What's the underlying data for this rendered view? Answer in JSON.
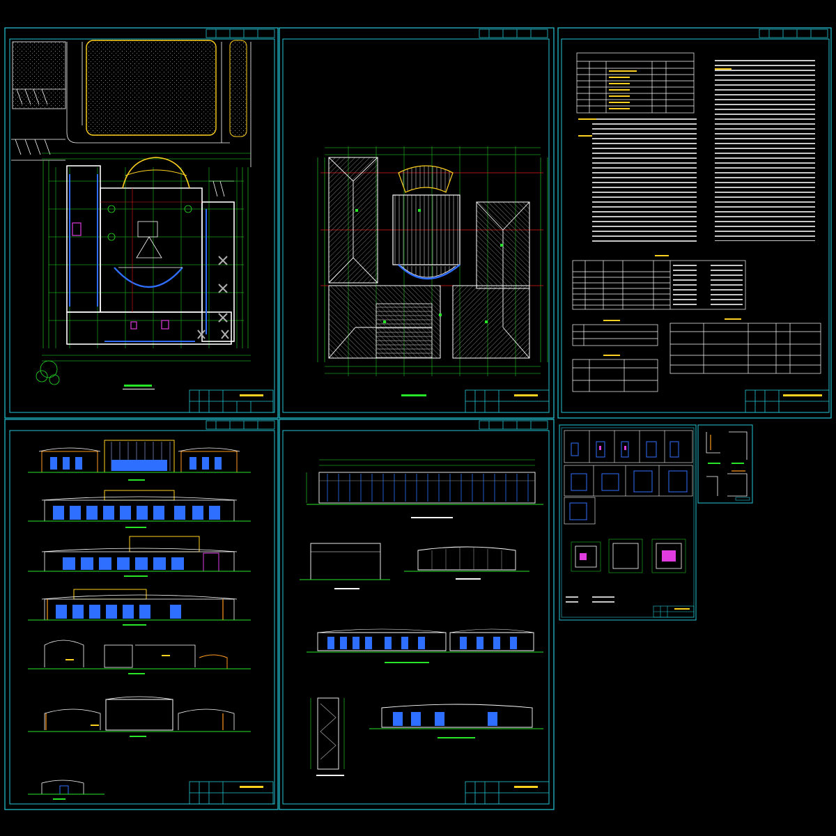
{
  "drawing_set": {
    "colors": {
      "frame": "#24c8d8",
      "dim": "#27e627",
      "wall": "#ffffff",
      "axis": "#e01c1c",
      "glass": "#2f6fff",
      "accent": "#ffd21f",
      "magenta": "#e03ce0",
      "orange": "#ff9a1f"
    },
    "sheets": [
      {
        "id": "sheet-site-plan",
        "kind": "site-and-floor-plan"
      },
      {
        "id": "sheet-roof-plan",
        "kind": "roof-plan"
      },
      {
        "id": "sheet-notes",
        "kind": "design-notes-and-schedules"
      },
      {
        "id": "sheet-elevations",
        "kind": "elevations-and-sections"
      },
      {
        "id": "sheet-long-elevations",
        "kind": "long-elevations"
      },
      {
        "id": "sheet-details-doors",
        "kind": "door-window-details"
      },
      {
        "id": "sheet-details-small",
        "kind": "node-details"
      },
      {
        "id": "sheet-details-plans",
        "kind": "enlarged-plans"
      }
    ]
  }
}
